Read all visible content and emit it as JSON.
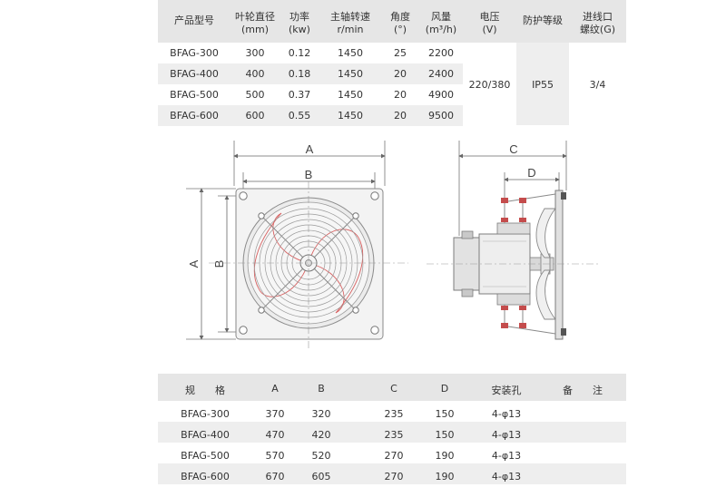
{
  "spec_table": {
    "headers": [
      {
        "line1": "产品型号",
        "line2": ""
      },
      {
        "line1": "叶轮直径",
        "line2": "(mm)"
      },
      {
        "line1": "功率",
        "line2": "(kw)"
      },
      {
        "line1": "主轴转速",
        "line2": "r/min"
      },
      {
        "line1": "角度",
        "line2": "(°)"
      },
      {
        "line1": "风量",
        "line2": "(m³/h)"
      },
      {
        "line1": "电压",
        "line2": "(V)"
      },
      {
        "line1": "防护等级",
        "line2": ""
      },
      {
        "line1": "进线口",
        "line2": "螺纹(G)"
      }
    ],
    "rows": [
      [
        "BFAG-300",
        "300",
        "0.12",
        "1450",
        "25",
        "2200"
      ],
      [
        "BFAG-400",
        "400",
        "0.18",
        "1450",
        "20",
        "2400"
      ],
      [
        "BFAG-500",
        "500",
        "0.37",
        "1450",
        "20",
        "4900"
      ],
      [
        "BFAG-600",
        "600",
        "0.55",
        "1450",
        "20",
        "9500"
      ]
    ],
    "shared": {
      "voltage": "220/380",
      "protection": "IP55",
      "thread": "3/4"
    }
  },
  "drawing": {
    "front_labels": {
      "a_top": "A",
      "b_top": "B",
      "a_side": "A",
      "b_side": "B"
    },
    "side_labels": {
      "c": "C",
      "d": "D"
    }
  },
  "dim_table": {
    "headers": [
      "规　　格",
      "A",
      "B",
      "C",
      "D",
      "安装孔",
      "备　　注"
    ],
    "rows": [
      [
        "BFAG-300",
        "370",
        "320",
        "235",
        "150",
        "4-φ13",
        ""
      ],
      [
        "BFAG-400",
        "470",
        "420",
        "235",
        "150",
        "4-φ13",
        ""
      ],
      [
        "BFAG-500",
        "570",
        "520",
        "270",
        "190",
        "4-φ13",
        ""
      ],
      [
        "BFAG-600",
        "670",
        "605",
        "270",
        "190",
        "4-φ13",
        ""
      ]
    ]
  }
}
